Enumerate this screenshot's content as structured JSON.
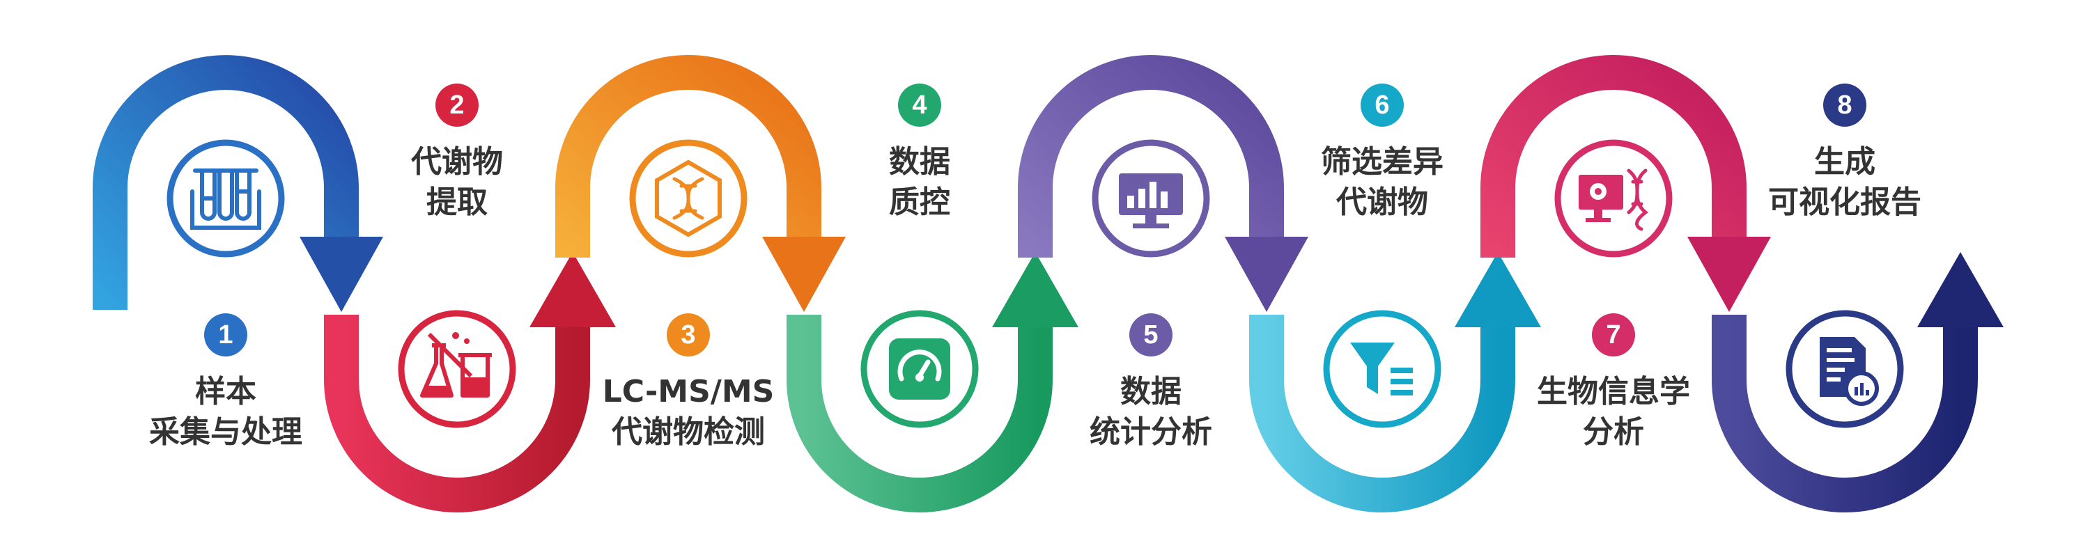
{
  "steps": [
    {
      "num": "1",
      "line1": "样本",
      "line2": "采集与处理",
      "color": "#2a71c6",
      "icon": "test-tubes-icon"
    },
    {
      "num": "2",
      "line1": "代谢物",
      "line2": "提取",
      "color": "#d8253f",
      "icon": "flask-beaker-icon"
    },
    {
      "num": "3",
      "line1": "LC-MS/MS",
      "line2": "代谢物检测",
      "color": "#ef8a1e",
      "icon": "dna-hexagon-icon"
    },
    {
      "num": "4",
      "line1": "数据",
      "line2": "质控",
      "color": "#22a86f",
      "icon": "gauge-icon"
    },
    {
      "num": "5",
      "line1": "数据",
      "line2": "统计分析",
      "color": "#6c5ba7",
      "icon": "monitor-chart-icon"
    },
    {
      "num": "6",
      "line1": "筛选差异",
      "line2": "代谢物",
      "color": "#15a8c8",
      "icon": "filter-icon"
    },
    {
      "num": "7",
      "line1": "生物信息学",
      "line2": "分析",
      "color": "#d42d68",
      "icon": "computer-dna-icon"
    },
    {
      "num": "8",
      "line1": "生成",
      "line2": "可视化报告",
      "color": "#2a3a86",
      "icon": "report-icon"
    }
  ]
}
